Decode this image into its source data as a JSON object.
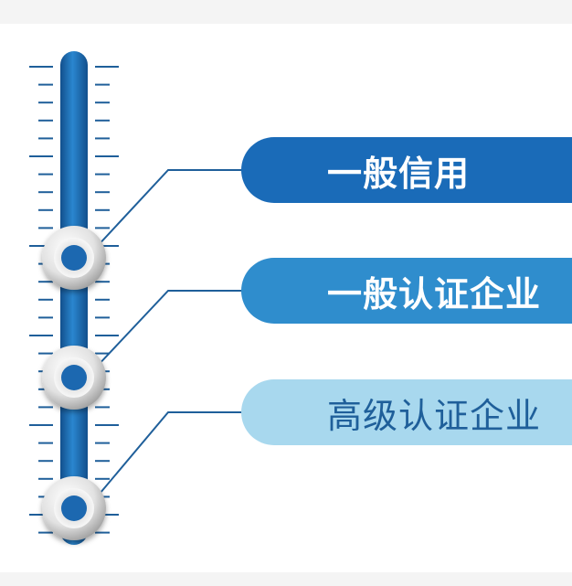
{
  "levels": [
    {
      "label": "一般信用",
      "bg": "#1a6bb8",
      "fg": "#ffffff",
      "weight": "bold"
    },
    {
      "label": "一般认证企业",
      "bg": "#2f8dcd",
      "fg": "#ffffff",
      "weight": "bold"
    },
    {
      "label": "高级认证企业",
      "bg": "#a8d8ee",
      "fg": "#1f5f9a",
      "weight": "normal"
    }
  ],
  "colors": {
    "tube": "#1e6fb8",
    "tube_dark": "#124f8c",
    "tick": "#1f5f9a",
    "connector": "#1f5f9a",
    "knob_center": "#1a67b0"
  }
}
